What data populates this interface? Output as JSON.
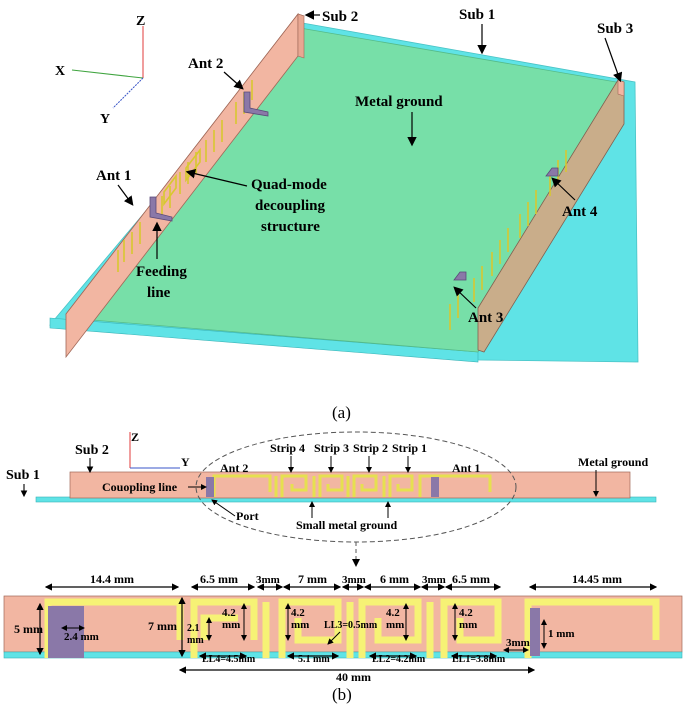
{
  "panel_a": {
    "axes": {
      "z": "Z",
      "x": "X",
      "y": "Y"
    },
    "labels": {
      "sub2": "Sub 2",
      "sub1": "Sub 1",
      "sub3": "Sub 3",
      "ant2": "Ant 2",
      "metal_ground": "Metal ground",
      "ant1": "Ant 1",
      "quad_1": "Quad-mode",
      "quad_2": "decoupling",
      "quad_3": "structure",
      "ant4": "Ant 4",
      "feeding_1": "Feeding",
      "feeding_2": "line",
      "ant3": "Ant 3"
    },
    "caption": "(a)"
  },
  "panel_b": {
    "axes": {
      "z": "Z",
      "y": "Y"
    },
    "labels": {
      "sub2": "Sub 2",
      "sub1": "Sub 1",
      "ant2": "Ant 2",
      "strip4": "Strip 4",
      "strip3": "Strip 3",
      "strip2": "Strip 2",
      "strip1": "Strip 1",
      "ant1": "Ant 1",
      "metal_ground": "Metal ground",
      "coupling_line": "Couopling line",
      "port": "Port",
      "small_ground": "Small metal ground"
    },
    "dims": {
      "d144": "14.4 mm",
      "d65a": "6.5 mm",
      "d3a": "3mm",
      "d7": "7 mm",
      "d3b": "3mm",
      "d6": "6 mm",
      "d3c": "3mm",
      "d65b": "6.5 mm",
      "d1445": "14.45 mm",
      "d5": "5 mm",
      "d24": "2.4 mm",
      "d7v": "7 mm",
      "d21a": "2.1",
      "d21b": "mm",
      "d42a_1": "4.2",
      "d42a_2": "mm",
      "d42b_1": "4.2",
      "d42b_2": "mm",
      "ll3": "LL3=0.5mm",
      "d42c_1": "4.2",
      "d42c_2": "mm",
      "d42d_1": "4.2",
      "d42d_2": "mm",
      "d1": "1 mm",
      "d3d": "3mm",
      "ll4": "LL4=4.5mm",
      "d51": "5.1 mm",
      "ll2": "LL2=4.2mm",
      "ll1": "LL1=3.8mm",
      "d40": "40 mm"
    },
    "caption": "(b)"
  },
  "colors": {
    "ground": "#77dfa8",
    "substrate": "#f2b6a2",
    "substrate_side": "#e8a792",
    "cyan": "#5fe3e6",
    "metal_strip": "#f6f275",
    "port": "#8a78a8",
    "axis_z": "#e23b3b",
    "axis_x": "#3fa43f",
    "axis_y": "#3a56c8"
  }
}
